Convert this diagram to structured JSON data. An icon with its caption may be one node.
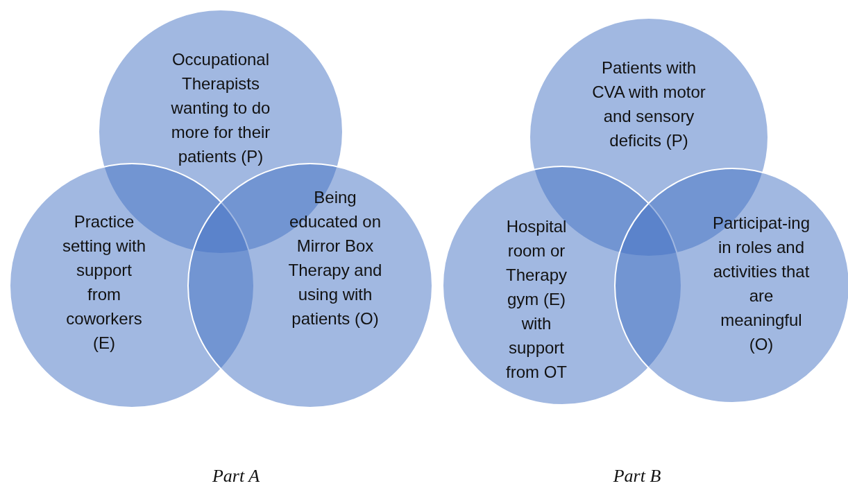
{
  "diagram": {
    "nodes": [
      {
        "text": [
          "Occupational Therapists wanting to do more for their patients (P)"
        ]
      },
      {
        "text": [
          "Practice setting with support from coworkers (E)"
        ]
      },
      {
        "text": [
          "Being educated on Mirror Box Therapy and using with patients (O)"
        ]
      },
      {
        "text": [
          "Patients with CVA with motor and sensory deficits (P)"
        ]
      },
      {
        "text": [
          "Hospital room or Therapy gym (E) with support from OT"
        ]
      },
      {
        "text": [
          "Participat-ing in roles and activities that are meaningful (O)"
        ]
      }
    ],
    "edges": [],
    "labels": [
      "Part A",
      "Part B"
    ]
  }
}
